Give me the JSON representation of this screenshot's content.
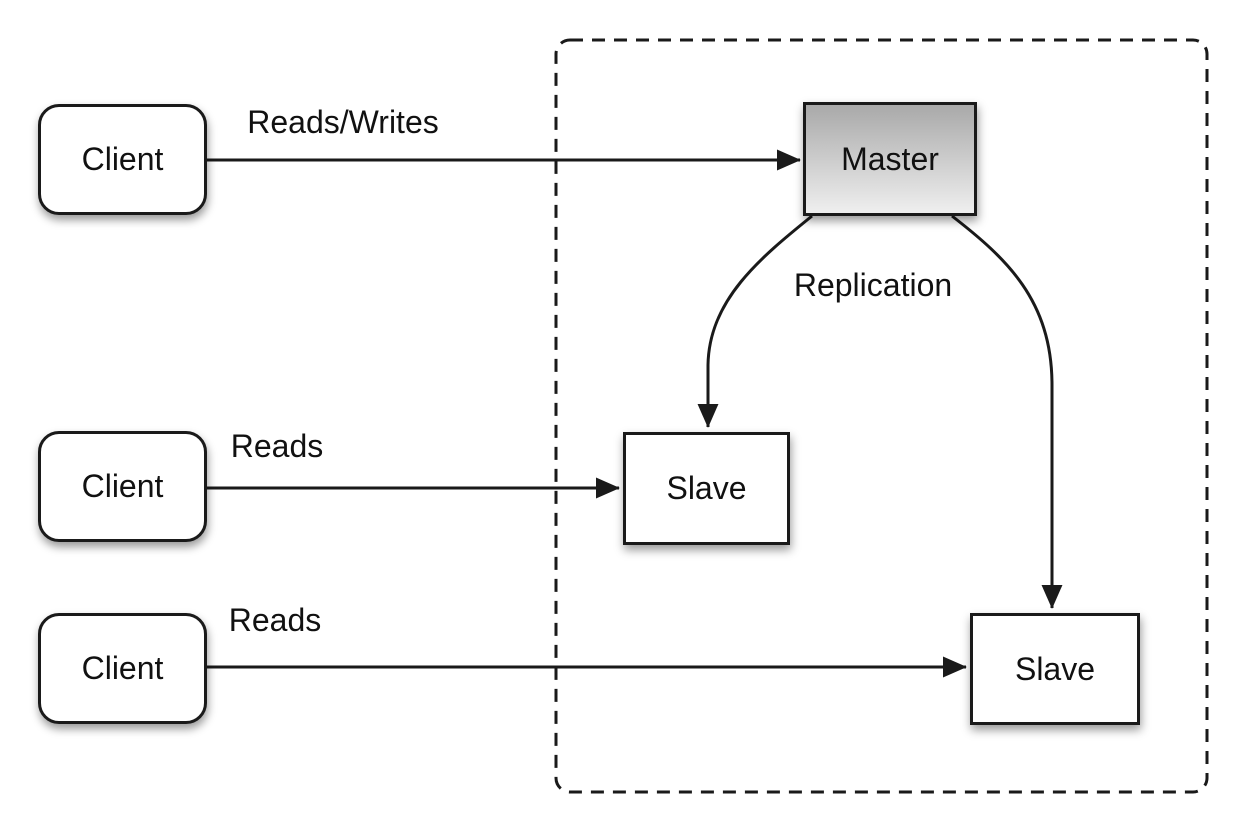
{
  "colors": {
    "stroke": "#1a1a1a",
    "node_fill": "#ffffff",
    "master_gradient_top": "#a9a9a9",
    "master_gradient_bottom": "#efefef",
    "background": "#ffffff",
    "text": "#111111"
  },
  "nodes": {
    "client1": {
      "label": "Client"
    },
    "client2": {
      "label": "Client"
    },
    "client3": {
      "label": "Client"
    },
    "master": {
      "label": "Master"
    },
    "slave1": {
      "label": "Slave"
    },
    "slave2": {
      "label": "Slave"
    }
  },
  "edges": {
    "reads_writes": {
      "label": "Reads/Writes",
      "from": "client1",
      "to": "master"
    },
    "reads_top": {
      "label": "Reads",
      "from": "client2",
      "to": "slave1"
    },
    "reads_bottom": {
      "label": "Reads",
      "from": "client3",
      "to": "slave2"
    },
    "replication": {
      "label": "Replication",
      "from": "master",
      "to": "slave1 + slave2"
    }
  }
}
